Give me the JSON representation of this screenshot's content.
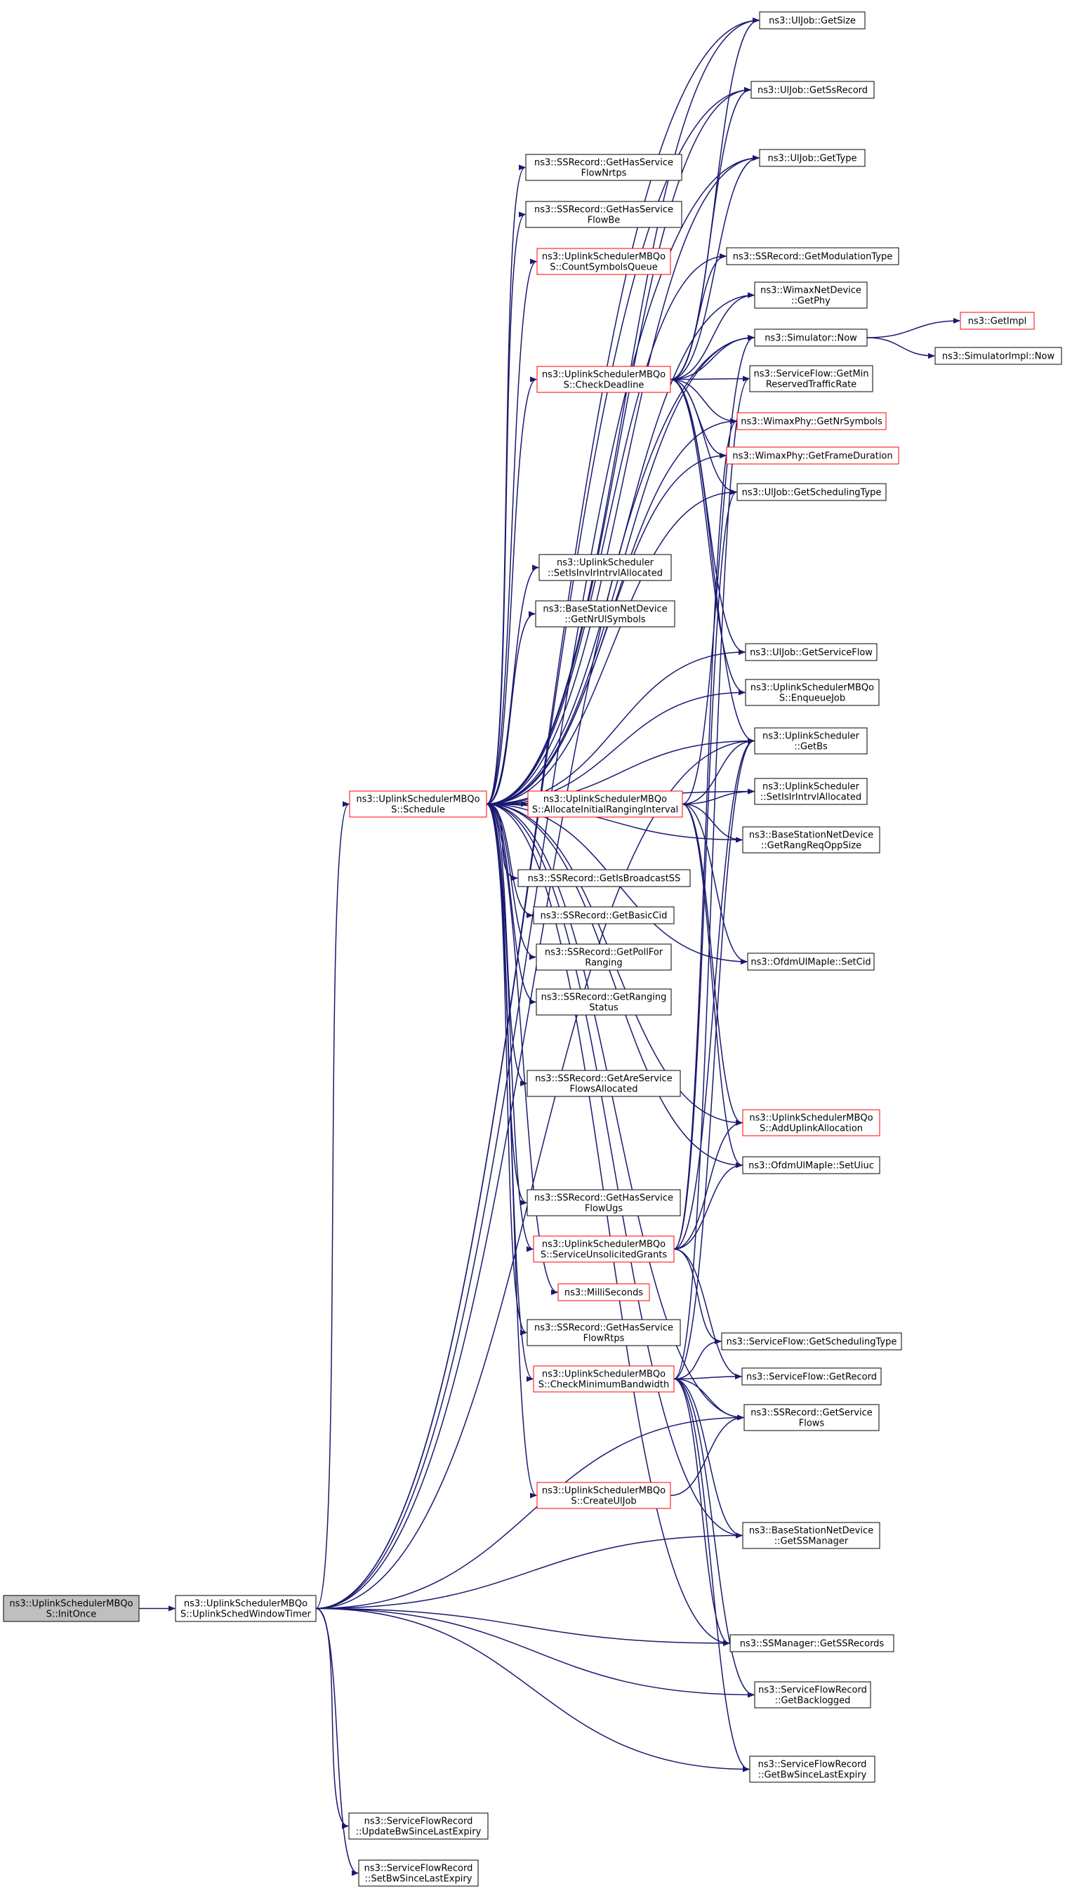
{
  "diagram": {
    "nodes": [
      {
        "id": "initonce",
        "lines": [
          "ns3::UplinkSchedulerMBQo",
          "S::InitOnce"
        ],
        "style": "current"
      },
      {
        "id": "uswt",
        "lines": [
          "ns3::UplinkSchedulerMBQo",
          "S::UplinkSchedWindowTimer"
        ],
        "style": "normal"
      },
      {
        "id": "schedule",
        "lines": [
          "ns3::UplinkSchedulerMBQo",
          "S::Schedule"
        ],
        "style": "red"
      },
      {
        "id": "ssr_hasnrtps",
        "lines": [
          "ns3::SSRecord::GetHasService",
          "FlowNrtps"
        ],
        "style": "normal"
      },
      {
        "id": "ssr_hasbe",
        "lines": [
          "ns3::SSRecord::GetHasService",
          "FlowBe"
        ],
        "style": "normal"
      },
      {
        "id": "countsym",
        "lines": [
          "ns3::UplinkSchedulerMBQo",
          "S::CountSymbolsQueue"
        ],
        "style": "red"
      },
      {
        "id": "checkdeadline",
        "lines": [
          "ns3::UplinkSchedulerMBQo",
          "S::CheckDeadline"
        ],
        "style": "red"
      },
      {
        "id": "setinvir",
        "lines": [
          "ns3::UplinkScheduler",
          "::SetIsInvIrIntrvlAllocated"
        ],
        "style": "normal"
      },
      {
        "id": "bs_getnrul",
        "lines": [
          "ns3::BaseStationNetDevice",
          "::GetNrUlSymbols"
        ],
        "style": "normal"
      },
      {
        "id": "allocinit",
        "lines": [
          "ns3::UplinkSchedulerMBQo",
          "S::AllocateInitialRangingInterval"
        ],
        "style": "red"
      },
      {
        "id": "ssr_isbcast",
        "lines": [
          "ns3::SSRecord::GetIsBroadcastSS"
        ],
        "style": "normal"
      },
      {
        "id": "ssr_basiccid",
        "lines": [
          "ns3::SSRecord::GetBasicCid"
        ],
        "style": "normal"
      },
      {
        "id": "ssr_pollfor",
        "lines": [
          "ns3::SSRecord::GetPollFor",
          "Ranging"
        ],
        "style": "normal"
      },
      {
        "id": "ssr_rangstat",
        "lines": [
          "ns3::SSRecord::GetRanging",
          "Status"
        ],
        "style": "normal"
      },
      {
        "id": "ssr_areflows",
        "lines": [
          "ns3::SSRecord::GetAreService",
          "FlowsAllocated"
        ],
        "style": "normal"
      },
      {
        "id": "ssr_hasugs",
        "lines": [
          "ns3::SSRecord::GetHasService",
          "FlowUgs"
        ],
        "style": "normal"
      },
      {
        "id": "serviceunsol",
        "lines": [
          "ns3::UplinkSchedulerMBQo",
          "S::ServiceUnsolicitedGrants"
        ],
        "style": "red"
      },
      {
        "id": "millis",
        "lines": [
          "ns3::MilliSeconds"
        ],
        "style": "red"
      },
      {
        "id": "ssr_hasrtps",
        "lines": [
          "ns3::SSRecord::GetHasService",
          "FlowRtps"
        ],
        "style": "normal"
      },
      {
        "id": "checkminbw",
        "lines": [
          "ns3::UplinkSchedulerMBQo",
          "S::CheckMinimumBandwidth"
        ],
        "style": "red"
      },
      {
        "id": "createuljob",
        "lines": [
          "ns3::UplinkSchedulerMBQo",
          "S::CreateUlJob"
        ],
        "style": "red"
      },
      {
        "id": "sfr_update",
        "lines": [
          "ns3::ServiceFlowRecord",
          "::UpdateBwSinceLastExpiry"
        ],
        "style": "normal"
      },
      {
        "id": "sfr_set",
        "lines": [
          "ns3::ServiceFlowRecord",
          "::SetBwSinceLastExpiry"
        ],
        "style": "normal"
      },
      {
        "id": "uljob_getsize",
        "lines": [
          "ns3::UlJob::GetSize"
        ],
        "style": "normal"
      },
      {
        "id": "uljob_getssrec",
        "lines": [
          "ns3::UlJob::GetSsRecord"
        ],
        "style": "normal"
      },
      {
        "id": "uljob_gettype",
        "lines": [
          "ns3::UlJob::GetType"
        ],
        "style": "normal"
      },
      {
        "id": "ssr_getmod",
        "lines": [
          "ns3::SSRecord::GetModulationType"
        ],
        "style": "normal"
      },
      {
        "id": "wimax_getphy",
        "lines": [
          "ns3::WimaxNetDevice",
          "::GetPhy"
        ],
        "style": "normal"
      },
      {
        "id": "sim_now",
        "lines": [
          "ns3::Simulator::Now"
        ],
        "style": "normal"
      },
      {
        "id": "getimpl",
        "lines": [
          "ns3::GetImpl"
        ],
        "style": "red"
      },
      {
        "id": "simimpl_now",
        "lines": [
          "ns3::SimulatorImpl::Now"
        ],
        "style": "normal"
      },
      {
        "id": "sf_getmin",
        "lines": [
          "ns3::ServiceFlow::GetMin",
          "ReservedTrafficRate"
        ],
        "style": "normal"
      },
      {
        "id": "phy_getnrsym",
        "lines": [
          "ns3::WimaxPhy::GetNrSymbols"
        ],
        "style": "red"
      },
      {
        "id": "phy_getframe",
        "lines": [
          "ns3::WimaxPhy::GetFrameDuration"
        ],
        "style": "red"
      },
      {
        "id": "uljob_getsched",
        "lines": [
          "ns3::UlJob::GetSchedulingType"
        ],
        "style": "normal"
      },
      {
        "id": "uljob_getsf",
        "lines": [
          "ns3::UlJob::GetServiceFlow"
        ],
        "style": "normal"
      },
      {
        "id": "enqueuejob",
        "lines": [
          "ns3::UplinkSchedulerMBQo",
          "S::EnqueueJob"
        ],
        "style": "normal"
      },
      {
        "id": "getbs",
        "lines": [
          "ns3::UplinkScheduler",
          "::GetBs"
        ],
        "style": "normal"
      },
      {
        "id": "setisir",
        "lines": [
          "ns3::UplinkScheduler",
          "::SetIsIrIntrvlAllocated"
        ],
        "style": "normal"
      },
      {
        "id": "bs_getrang",
        "lines": [
          "ns3::BaseStationNetDevice",
          "::GetRangReqOppSize"
        ],
        "style": "normal"
      },
      {
        "id": "ofdm_setcid",
        "lines": [
          "ns3::OfdmUlMapIe::SetCid"
        ],
        "style": "normal"
      },
      {
        "id": "adduplink",
        "lines": [
          "ns3::UplinkSchedulerMBQo",
          "S::AddUplinkAllocation"
        ],
        "style": "red"
      },
      {
        "id": "ofdm_setuiuc",
        "lines": [
          "ns3::OfdmUlMapIe::SetUiuc"
        ],
        "style": "normal"
      },
      {
        "id": "sf_getsched",
        "lines": [
          "ns3::ServiceFlow::GetSchedulingType"
        ],
        "style": "normal"
      },
      {
        "id": "sf_getrecord",
        "lines": [
          "ns3::ServiceFlow::GetRecord"
        ],
        "style": "normal"
      },
      {
        "id": "ssr_getflows",
        "lines": [
          "ns3::SSRecord::GetService",
          "Flows"
        ],
        "style": "normal"
      },
      {
        "id": "bs_getssman",
        "lines": [
          "ns3::BaseStationNetDevice",
          "::GetSSManager"
        ],
        "style": "normal"
      },
      {
        "id": "ssman_getrec",
        "lines": [
          "ns3::SSManager::GetSSRecords"
        ],
        "style": "normal"
      },
      {
        "id": "sfr_backlog",
        "lines": [
          "ns3::ServiceFlowRecord",
          "::GetBacklogged"
        ],
        "style": "normal"
      },
      {
        "id": "sfr_getbw",
        "lines": [
          "ns3::ServiceFlowRecord",
          "::GetBwSinceLastExpiry"
        ],
        "style": "normal"
      }
    ]
  }
}
